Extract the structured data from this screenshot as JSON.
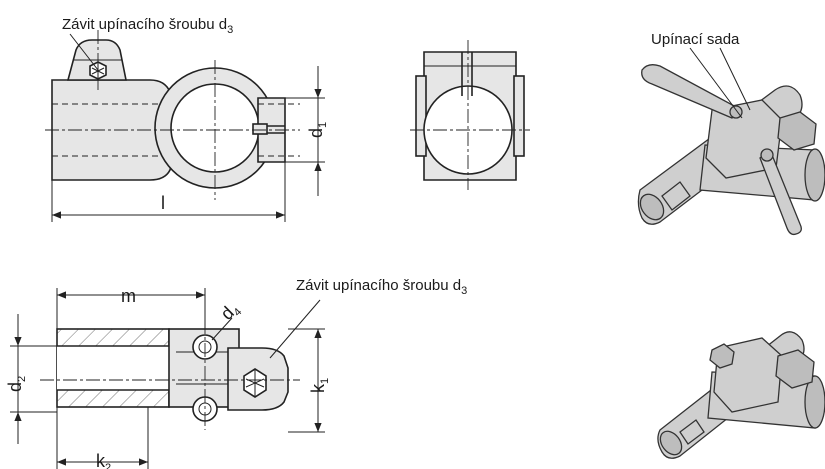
{
  "labels": {
    "thread_top": "Závit upínacího šroubu d",
    "thread_top_sub": "3",
    "thread_bottom": "Závit upínacího šroubu d",
    "thread_bottom_sub": "3",
    "clamp_set": "Upínací sada"
  },
  "dimensions": {
    "d1": "d",
    "d1_sub": "1",
    "l": "l",
    "m": "m",
    "d2": "d",
    "d2_sub": "2",
    "d4": "d",
    "d4_sub": "4",
    "k1": "k",
    "k1_sub": "1",
    "k2": "k",
    "k2_sub": "2"
  }
}
